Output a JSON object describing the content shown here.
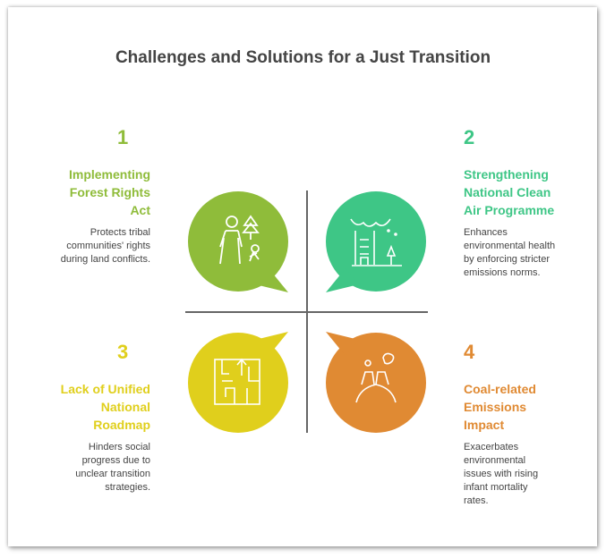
{
  "title": "Challenges and Solutions for a Just Transition",
  "colors": {
    "green": "#8fbc3a",
    "teal": "#3ec686",
    "yellow": "#e0cf1c",
    "orange": "#e08a33"
  },
  "items": [
    {
      "number": "1",
      "heading_lines": [
        "Implementing",
        "Forest Rights",
        "Act"
      ],
      "desc_lines": [
        "Protects tribal",
        "communities' rights",
        "during land conflicts."
      ],
      "icon": "people-forest-icon"
    },
    {
      "number": "2",
      "heading_lines": [
        "Strengthening",
        "National Clean",
        "Air Programme"
      ],
      "desc_lines": [
        "Enhances",
        "environmental health",
        "by enforcing stricter",
        "emissions norms."
      ],
      "icon": "city-air-icon"
    },
    {
      "number": "3",
      "heading_lines": [
        "Lack of Unified",
        "National",
        "Roadmap"
      ],
      "desc_lines": [
        "Hinders social",
        "progress due to",
        "unclear transition",
        "strategies."
      ],
      "icon": "maze-icon"
    },
    {
      "number": "4",
      "heading_lines": [
        "Coal-related",
        "Emissions",
        "Impact"
      ],
      "desc_lines": [
        "Exacerbates",
        "environmental",
        "issues with rising",
        "infant mortality",
        "rates."
      ],
      "icon": "smokestack-icon"
    }
  ]
}
